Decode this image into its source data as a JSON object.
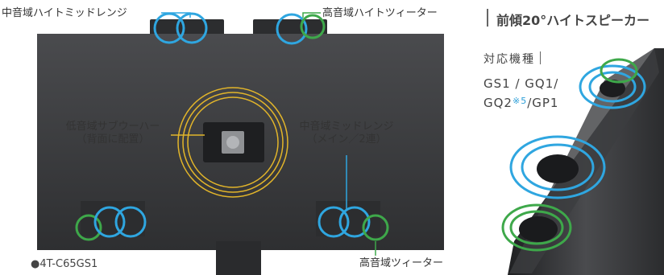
{
  "labels": {
    "mid_height": "中音域ハイトミッドレンジ",
    "high_height": "高音域ハイトツィーター",
    "woofer_line1": "低音域サブウーハー",
    "woofer_line2": "（背面に配置）",
    "mid_line1": "中音域ミッドレンジ",
    "mid_line2": "（メイン／2連）",
    "tweeter": "高音域ツィーター"
  },
  "model": "●4T-C65GS1",
  "side": {
    "title": "前傾20°ハイトスピーカー",
    "models_heading": "対応機種",
    "models_line1": "GS1 / GQ1/",
    "models_line2a": "GQ2",
    "models_note": "※5",
    "models_line2b": "/GP1"
  },
  "colors": {
    "blue": "#2fa6e0",
    "green": "#3ea84a",
    "gold": "#e2b52a",
    "panel": "#3a3b3d",
    "note": "#2b9ed8"
  }
}
